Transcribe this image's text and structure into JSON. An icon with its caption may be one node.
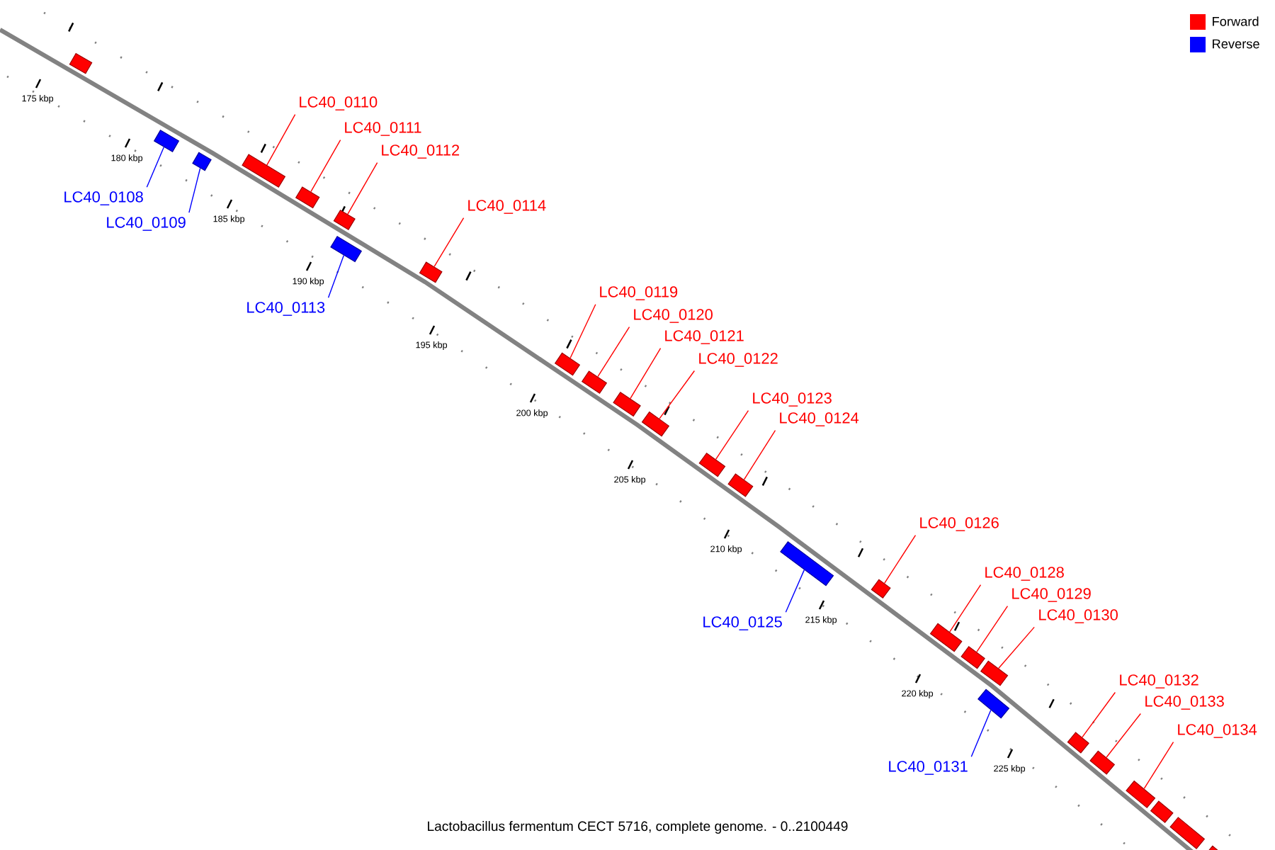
{
  "diagram": {
    "caption": "Lactobacillus fermentum CECT 5716, complete genome. - 0..2100449",
    "nodes": [
      {
        "text": [],
        "shape": "box"
      },
      {
        "text": [
          "LC40_0108"
        ]
      },
      {
        "text": [],
        "shape": "box"
      },
      {
        "text": [
          "LC40_0109"
        ]
      },
      {
        "text": [],
        "shape": "box"
      },
      {
        "text": [
          "LC40_0110"
        ]
      },
      {
        "text": [],
        "shape": "box"
      },
      {
        "text": [
          "LC40_0111"
        ]
      },
      {
        "text": [],
        "shape": "box"
      },
      {
        "text": [
          "LC40_0112"
        ]
      },
      {
        "text": [],
        "shape": "box"
      },
      {
        "text": [
          "LC40_0113"
        ]
      },
      {
        "text": [],
        "shape": "box"
      },
      {
        "text": [
          "LC40_0114"
        ]
      },
      {
        "text": [],
        "shape": "box"
      },
      {
        "text": [
          "LC40_0119"
        ]
      },
      {
        "text": [],
        "shape": "box"
      },
      {
        "text": [
          "LC40_0120"
        ]
      },
      {
        "text": [],
        "shape": "box"
      },
      {
        "text": [
          "LC40_0121"
        ]
      },
      {
        "text": [],
        "shape": "box"
      },
      {
        "text": [
          "LC40_0122"
        ]
      },
      {
        "text": [],
        "shape": "box"
      },
      {
        "text": [
          "LC40_0123"
        ]
      },
      {
        "text": [],
        "shape": "box"
      },
      {
        "text": [
          "LC40_0124"
        ]
      },
      {
        "text": [],
        "shape": "box"
      },
      {
        "text": [
          "LC40_0125"
        ]
      },
      {
        "text": [],
        "shape": "box"
      },
      {
        "text": [
          "LC40_0126"
        ]
      },
      {
        "text": [],
        "shape": "box"
      },
      {
        "text": [
          "LC40_0128"
        ]
      },
      {
        "text": [],
        "shape": "box"
      },
      {
        "text": [
          "LC40_0129"
        ]
      },
      {
        "text": [],
        "shape": "box"
      },
      {
        "text": [
          "LC40_0130"
        ]
      },
      {
        "text": [],
        "shape": "box"
      },
      {
        "text": [
          "LC40_0131"
        ]
      },
      {
        "text": [],
        "shape": "box"
      },
      {
        "text": [
          "LC40_0132"
        ]
      },
      {
        "text": [],
        "shape": "box"
      },
      {
        "text": [
          "LC40_0133"
        ]
      },
      {
        "text": [],
        "shape": "box"
      },
      {
        "text": [
          "LC40_0134"
        ]
      },
      {
        "text": [],
        "shape": "box"
      },
      {
        "text": [],
        "shape": "box"
      },
      {
        "text": [],
        "shape": "box"
      },
      {
        "text": [],
        "shape": "box"
      }
    ],
    "edges": [
      {
        "from": 1,
        "to": 2,
        "arrow": "none",
        "color": "#0000ff"
      },
      {
        "from": 3,
        "to": 4,
        "arrow": "none",
        "color": "#0000ff"
      },
      {
        "from": 5,
        "to": 6,
        "arrow": "none"
      },
      {
        "from": 7,
        "to": 8,
        "arrow": "none"
      },
      {
        "from": 9,
        "to": 10,
        "arrow": "none"
      },
      {
        "from": 11,
        "to": 12,
        "arrow": "none",
        "color": "#0000ff"
      },
      {
        "from": 13,
        "to": 14,
        "arrow": "none"
      },
      {
        "from": 15,
        "to": 16,
        "arrow": "none"
      },
      {
        "from": 17,
        "to": 18,
        "arrow": "none"
      },
      {
        "from": 19,
        "to": 20,
        "arrow": "none"
      },
      {
        "from": 21,
        "to": 22,
        "arrow": "none"
      },
      {
        "from": 23,
        "to": 24,
        "arrow": "none"
      },
      {
        "from": 25,
        "to": 26,
        "arrow": "none"
      },
      {
        "from": 27,
        "to": 28,
        "arrow": "none",
        "color": "#0000ff"
      },
      {
        "from": 29,
        "to": 30,
        "arrow": "none"
      },
      {
        "from": 31,
        "to": 32,
        "arrow": "none"
      },
      {
        "from": 33,
        "to": 34,
        "arrow": "none"
      },
      {
        "from": 35,
        "to": 36,
        "arrow": "none"
      },
      {
        "from": 37,
        "to": 38,
        "arrow": "none",
        "color": "#0000ff"
      },
      {
        "from": 39,
        "to": 40,
        "arrow": "none"
      },
      {
        "from": 41,
        "to": 42,
        "arrow": "none"
      },
      {
        "from": 43,
        "to": 44,
        "arrow": "none"
      }
    ],
    "labels": [
      "175 kbp",
      "180 kbp",
      "185 kbp",
      "190 kbp",
      "195 kbp",
      "200 kbp",
      "205 kbp",
      "210 kbp",
      "215 kbp",
      "220 kbp",
      "225 kbp"
    ],
    "legend": [
      {
        "text": "Forward",
        "color": "#ff0000"
      },
      {
        "text": "Reverse",
        "color": "#0000ff"
      }
    ]
  }
}
